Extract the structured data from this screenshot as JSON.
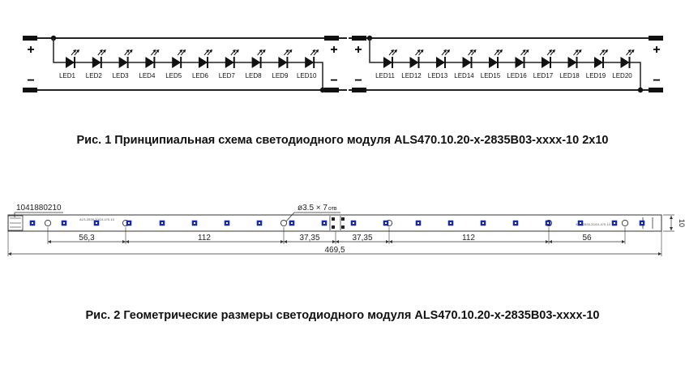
{
  "figure1": {
    "caption": "Рис. 1 Принципиальная схема светодиодного модуля ALS470.10.20-x-2835B03-xxxx-10 2x10",
    "plus_label": "+",
    "minus_label": "−",
    "group1_leds": [
      "LED1",
      "LED2",
      "LED3",
      "LED4",
      "LED5",
      "LED6",
      "LED7",
      "LED8",
      "LED9",
      "LED10"
    ],
    "group2_leds": [
      "LED11",
      "LED12",
      "LED13",
      "LED14",
      "LED15",
      "LED16",
      "LED17",
      "LED18",
      "LED19",
      "LED20"
    ]
  },
  "figure2": {
    "caption": "Рис. 2 Геометрические  размеры светодиодного модуля ALS470.10.20-x-2835B03-xxxx-10",
    "part_number": "1041880210",
    "hole_note": "ø3.5  × 7",
    "hole_note_suffix": "отв",
    "height_dim": "10",
    "dim_56_3": "56,3",
    "dim_112_left": "112",
    "dim_37_35_left": "37,35",
    "dim_37_35_right": "37,35",
    "dim_112_right": "112",
    "dim_56": "56",
    "dim_total": "469,5",
    "led_color": "#1a2bbf"
  }
}
